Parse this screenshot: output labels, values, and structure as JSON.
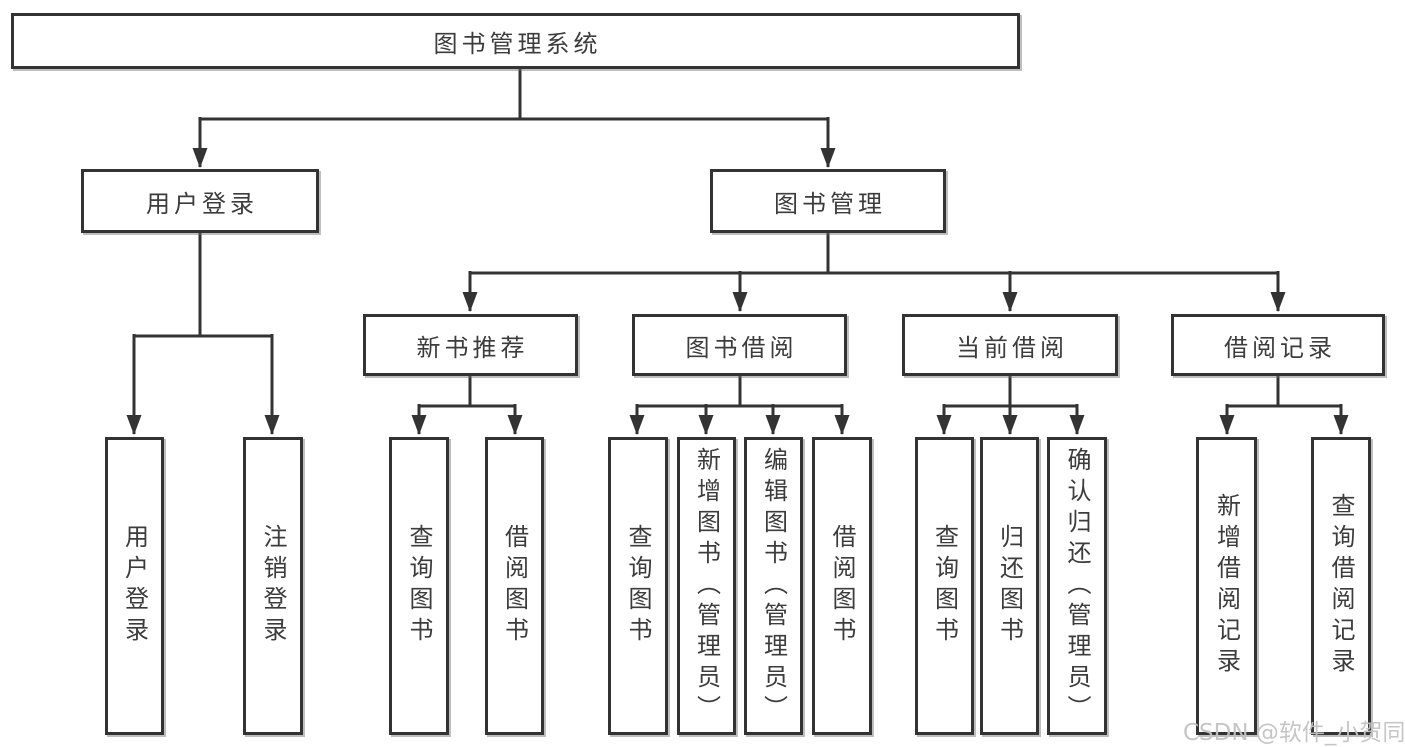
{
  "diagram": {
    "title": "图书管理系统",
    "nodes": {
      "root": "图书管理系统",
      "user_login": "用户登录",
      "book_mgmt": "图书管理",
      "new_book_rec": "新书推荐",
      "book_borrow": "图书借阅",
      "current_borrow": "当前借阅",
      "borrow_records": "借阅记录",
      "leaf_user_login": "用户登录",
      "leaf_logout": "注销登录",
      "rec_query_book": "查询图书",
      "rec_borrow_book": "借阅图书",
      "bb_query_book": "查询图书",
      "bb_add_book": "新增图书（管理员）",
      "bb_edit_book": "编辑图书（管理员）",
      "bb_borrow_book": "借阅图书",
      "cb_query_book": "查询图书",
      "cb_return_book": "归还图书",
      "cb_confirm_return": "确认归还（管理员）",
      "br_add_record": "新增借阅记录",
      "br_query_record": "查询借阅记录"
    },
    "colors": {
      "line": "#333333",
      "box_border": "#333333",
      "text": "#3c3c3c",
      "background": "#ffffff",
      "watermark": "#c3c3c3"
    }
  },
  "watermark": "CSDN @软件_小贺同学"
}
